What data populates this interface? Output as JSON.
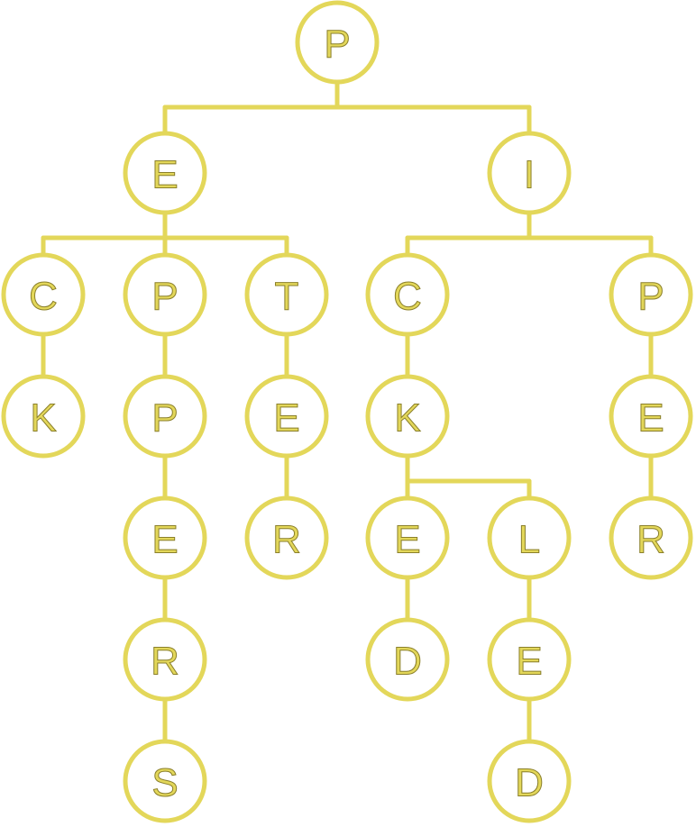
{
  "colors": {
    "stroke": "#e3d75a",
    "text_fill": "#e3d75a",
    "background": "#ffffff"
  },
  "tree": {
    "nodes": [
      {
        "id": "n1",
        "label": "P"
      },
      {
        "id": "n2",
        "label": "E"
      },
      {
        "id": "n3",
        "label": "I"
      },
      {
        "id": "n4",
        "label": "C"
      },
      {
        "id": "n5",
        "label": "P"
      },
      {
        "id": "n6",
        "label": "T"
      },
      {
        "id": "n7",
        "label": "K"
      },
      {
        "id": "n8",
        "label": "P"
      },
      {
        "id": "n9",
        "label": "E"
      },
      {
        "id": "n10",
        "label": "R"
      },
      {
        "id": "n11",
        "label": "S"
      },
      {
        "id": "n12",
        "label": "E"
      },
      {
        "id": "n13",
        "label": "R"
      },
      {
        "id": "n14",
        "label": "C"
      },
      {
        "id": "n15",
        "label": "K"
      },
      {
        "id": "n16",
        "label": "E"
      },
      {
        "id": "n17",
        "label": "D"
      },
      {
        "id": "n18",
        "label": "L"
      },
      {
        "id": "n19",
        "label": "E"
      },
      {
        "id": "n20",
        "label": "D"
      },
      {
        "id": "n21",
        "label": "P"
      },
      {
        "id": "n22",
        "label": "E"
      },
      {
        "id": "n23",
        "label": "R"
      }
    ],
    "edges": [
      [
        "n1",
        "n2"
      ],
      [
        "n1",
        "n3"
      ],
      [
        "n2",
        "n4"
      ],
      [
        "n2",
        "n5"
      ],
      [
        "n2",
        "n6"
      ],
      [
        "n4",
        "n7"
      ],
      [
        "n5",
        "n8"
      ],
      [
        "n8",
        "n9"
      ],
      [
        "n9",
        "n10"
      ],
      [
        "n10",
        "n11"
      ],
      [
        "n6",
        "n12"
      ],
      [
        "n12",
        "n13"
      ],
      [
        "n3",
        "n14"
      ],
      [
        "n3",
        "n21"
      ],
      [
        "n14",
        "n15"
      ],
      [
        "n15",
        "n16"
      ],
      [
        "n15",
        "n18"
      ],
      [
        "n16",
        "n17"
      ],
      [
        "n18",
        "n19"
      ],
      [
        "n19",
        "n20"
      ],
      [
        "n21",
        "n22"
      ],
      [
        "n22",
        "n23"
      ]
    ]
  }
}
